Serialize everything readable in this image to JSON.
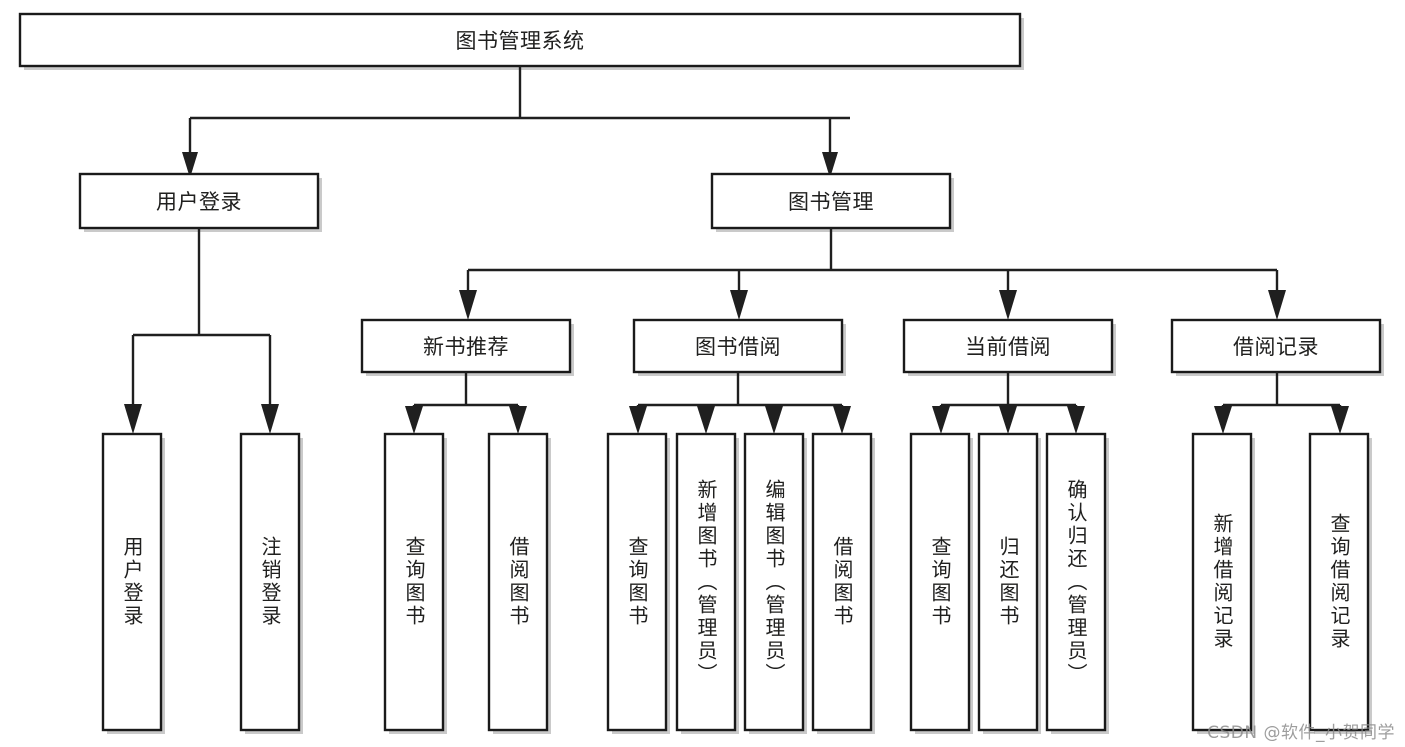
{
  "diagram": {
    "title": "图书管理系统",
    "type": "hierarchy-tree",
    "watermark": "CSDN @软件_小贺同学",
    "colors": {
      "box_stroke": "#1a1a1a",
      "box_fill": "#ffffff",
      "connector": "#1f1f1f",
      "text": "#20201f",
      "watermark": "#8d8d8d",
      "background": "#ffffff"
    },
    "nodes": {
      "root": {
        "label": "图书管理系统",
        "orientation": "horizontal"
      },
      "level2": [
        {
          "id": "user-login",
          "label": "用户登录",
          "orientation": "horizontal"
        },
        {
          "id": "book-manage",
          "label": "图书管理",
          "orientation": "horizontal"
        }
      ],
      "level3": [
        {
          "id": "new-book-recommend",
          "label": "新书推荐",
          "orientation": "horizontal"
        },
        {
          "id": "book-borrow",
          "label": "图书借阅",
          "orientation": "horizontal"
        },
        {
          "id": "current-borrow",
          "label": "当前借阅",
          "orientation": "horizontal"
        },
        {
          "id": "borrow-record",
          "label": "借阅记录",
          "orientation": "horizontal"
        }
      ],
      "leaves": {
        "user-login": [
          {
            "id": "leaf-user-login",
            "label": "用户登录",
            "orientation": "vertical"
          },
          {
            "id": "leaf-logout",
            "label": "注销登录",
            "orientation": "vertical"
          }
        ],
        "new-book-recommend": [
          {
            "id": "leaf-query-book-1",
            "label": "查询图书",
            "orientation": "vertical"
          },
          {
            "id": "leaf-borrow-book-1",
            "label": "借阅图书",
            "orientation": "vertical"
          }
        ],
        "book-borrow": [
          {
            "id": "leaf-query-book-2",
            "label": "查询图书",
            "orientation": "vertical"
          },
          {
            "id": "leaf-add-book",
            "label": "新增图书（管理员）",
            "orientation": "vertical"
          },
          {
            "id": "leaf-edit-book",
            "label": "编辑图书（管理员）",
            "orientation": "vertical"
          },
          {
            "id": "leaf-borrow-book-2",
            "label": "借阅图书",
            "orientation": "vertical"
          }
        ],
        "current-borrow": [
          {
            "id": "leaf-query-book-3",
            "label": "查询图书",
            "orientation": "vertical"
          },
          {
            "id": "leaf-return-book",
            "label": "归还图书",
            "orientation": "vertical"
          },
          {
            "id": "leaf-confirm-return",
            "label": "确认归还（管理员）",
            "orientation": "vertical"
          }
        ],
        "borrow-record": [
          {
            "id": "leaf-add-record",
            "label": "新增借阅记录",
            "orientation": "vertical"
          },
          {
            "id": "leaf-query-record",
            "label": "查询借阅记录",
            "orientation": "vertical"
          }
        ]
      }
    }
  }
}
